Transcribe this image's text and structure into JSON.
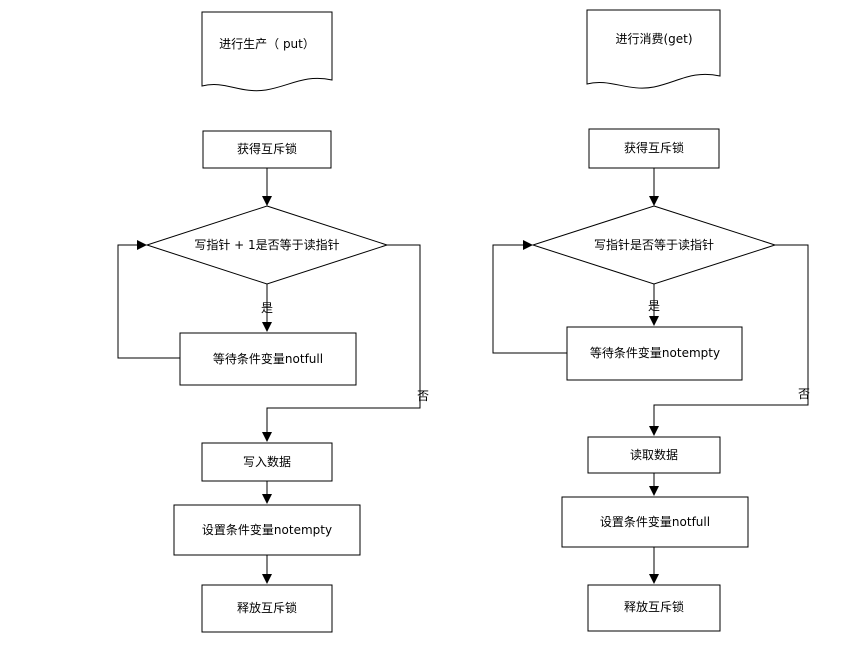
{
  "left_flow": {
    "start": "进行生产（ put）",
    "lock": "获得互斥锁",
    "decision": "写指针 + 1是否等于读指针",
    "yes": "是",
    "wait": "等待条件变量notfull",
    "no": "否",
    "write": "写入数据",
    "signal": "设置条件变量notempty",
    "unlock": "释放互斥锁"
  },
  "right_flow": {
    "start": "进行消费(get)",
    "lock": "获得互斥锁",
    "decision": "写指针是否等于读指针",
    "yes": "是",
    "wait": "等待条件变量notempty",
    "no": "否",
    "read": "读取数据",
    "signal": "设置条件变量notfull",
    "unlock": "释放互斥锁"
  }
}
